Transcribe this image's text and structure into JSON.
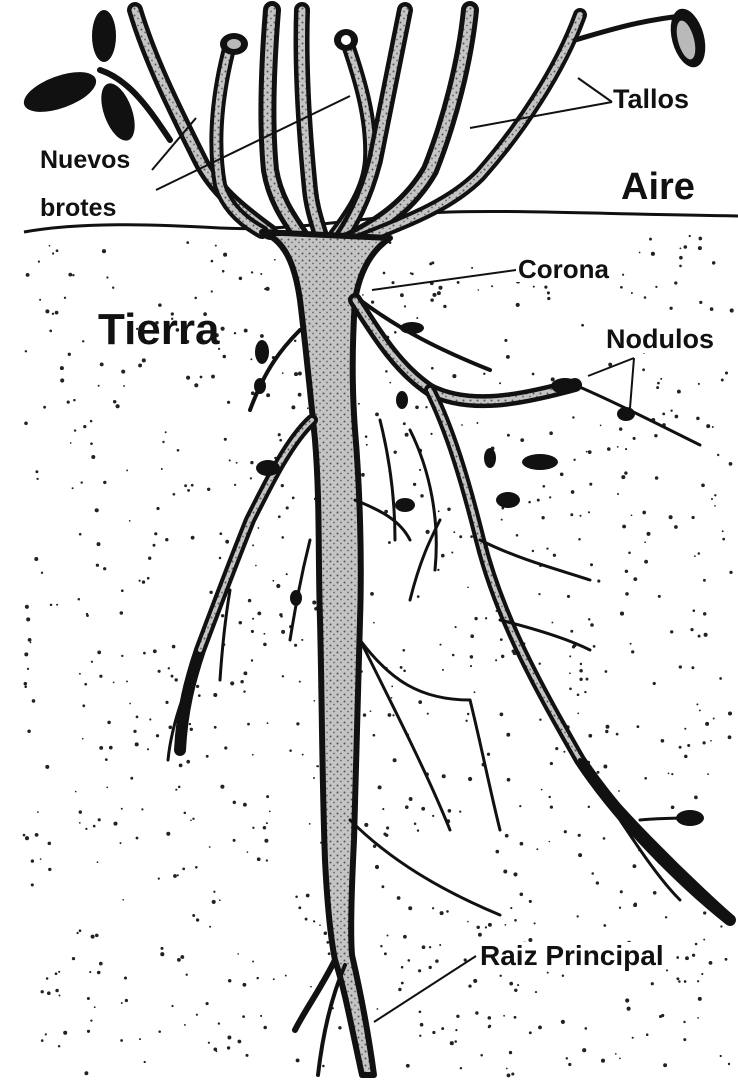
{
  "labels": {
    "tallos": "Tallos",
    "nuevos": "Nuevos",
    "brotes": "brotes",
    "aire": "Aire",
    "corona": "Corona",
    "tierra": "Tierra",
    "nodulos": "Nodulos",
    "raiz": "Raiz Principal"
  },
  "colors": {
    "ink": "#111111",
    "root_fill": "#b9b9b9",
    "background": "#ffffff",
    "soil_speckle": "#222222"
  }
}
